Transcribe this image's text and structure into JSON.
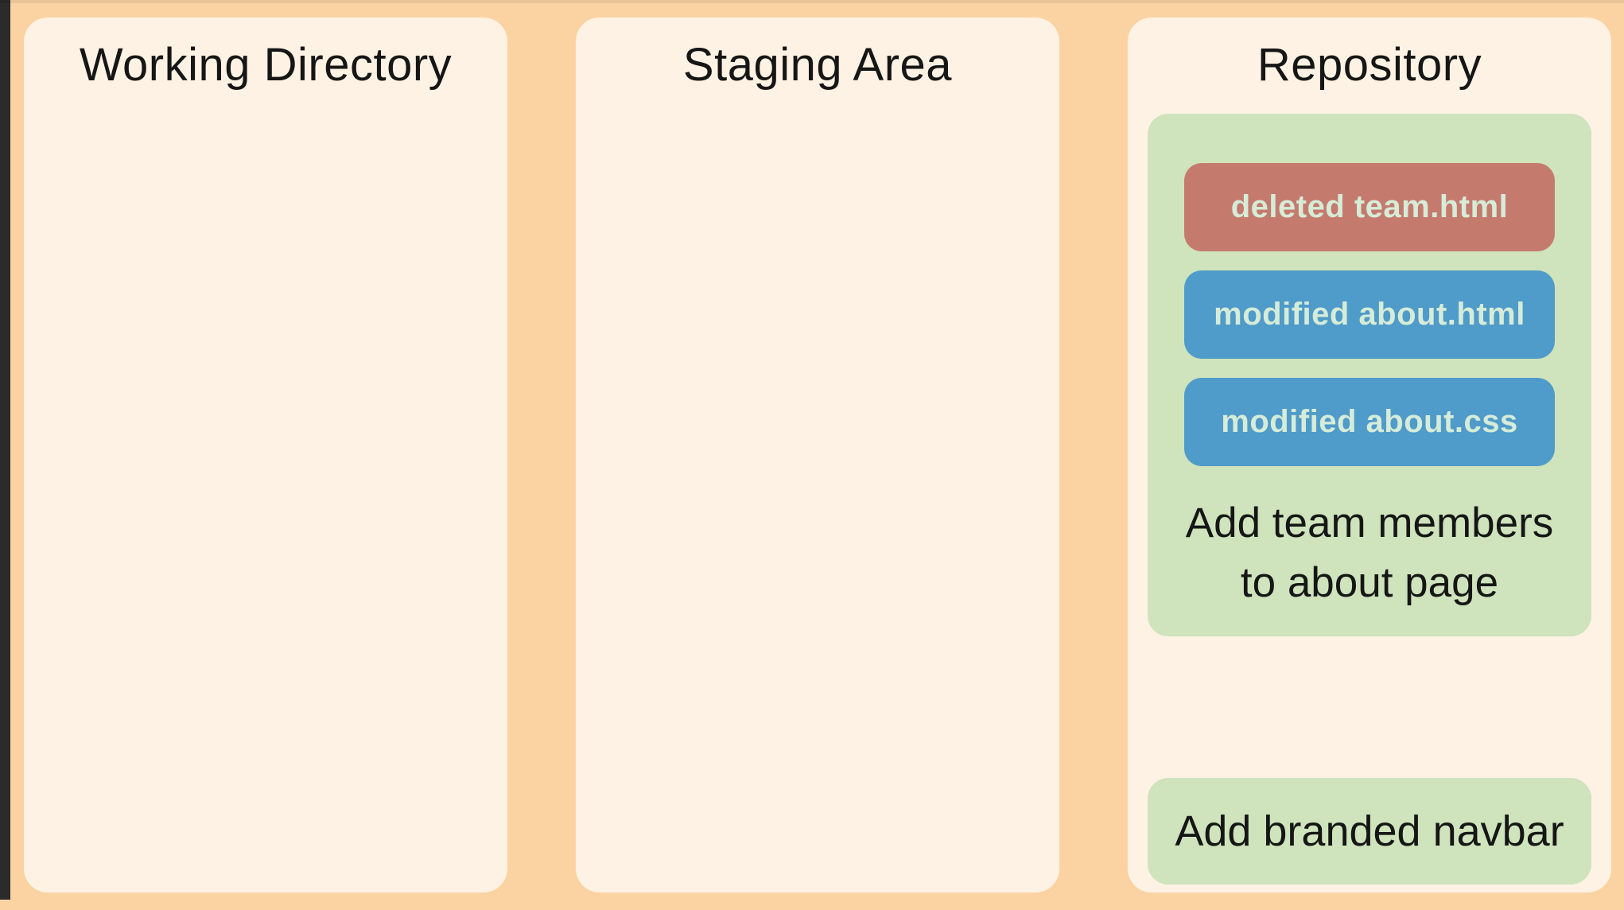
{
  "panels": [
    {
      "title": "Working Directory"
    },
    {
      "title": "Staging Area"
    },
    {
      "title": "Repository",
      "commits": [
        {
          "files": [
            {
              "label": "deleted team.html",
              "status": "deleted"
            },
            {
              "label": "modified about.html",
              "status": "modified"
            },
            {
              "label": "modified about.css",
              "status": "modified"
            }
          ],
          "message": "Add team members to about page"
        },
        {
          "files": [],
          "message": "Add branded navbar"
        }
      ]
    }
  ],
  "colors": {
    "background": "#FBD3A3",
    "panel": "#FDF2E3",
    "commit_card": "#CFE3BC",
    "deleted_chip": "#C47B6E",
    "modified_chip": "#4F9BC9",
    "chip_text": "#D6ECD8",
    "text": "#161616",
    "edge_strip": "#2B2B2B"
  }
}
